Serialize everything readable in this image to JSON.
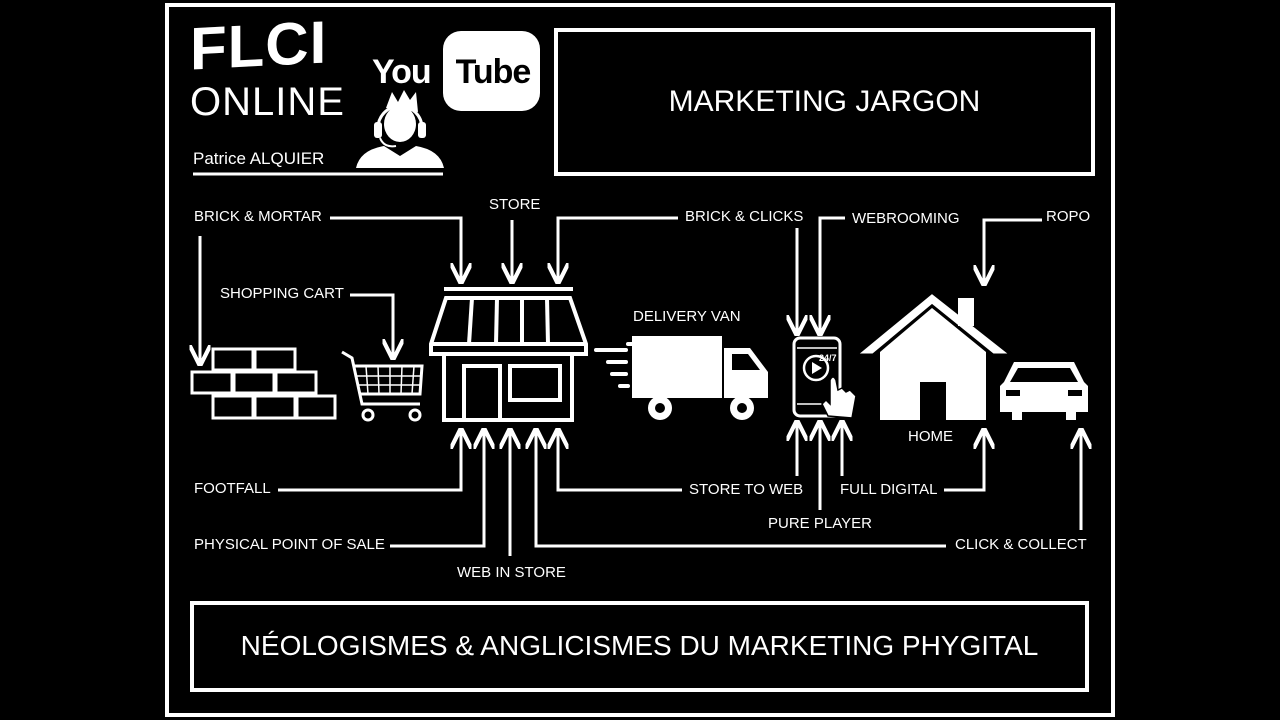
{
  "header": {
    "logo_line1": "FLCI",
    "logo_line2": "ONLINE",
    "author": "Patrice ALQUIER",
    "youtube_you": "You",
    "youtube_tube": "Tube"
  },
  "title": "MARKETING JARGON",
  "footer": "NÉOLOGISMES & ANGLICISMES DU MARKETING PHYGITAL",
  "labels": {
    "brick_mortar": "BRICK & MORTAR",
    "store": "STORE",
    "brick_clicks": "BRICK & CLICKS",
    "webrooming": "WEBROOMING",
    "ropo": "ROPO",
    "shopping_cart": "SHOPPING CART",
    "delivery_van": "DELIVERY VAN",
    "home": "HOME",
    "footfall": "FOOTFALL",
    "store_to_web": "STORE TO WEB",
    "full_digital": "FULL DIGITAL",
    "pure_player": "PURE PLAYER",
    "physical_pos": "PHYSICAL POINT OF SALE",
    "click_collect": "CLICK & COLLECT",
    "web_in_store": "WEB IN STORE",
    "phone_badge": "24/7"
  },
  "icons": [
    "brick-wall-icon",
    "shopping-cart-icon",
    "storefront-icon",
    "delivery-van-icon",
    "smartphone-icon",
    "house-icon",
    "car-icon",
    "headset-person-icon"
  ],
  "colors": {
    "background": "#000000",
    "foreground": "#ffffff"
  }
}
